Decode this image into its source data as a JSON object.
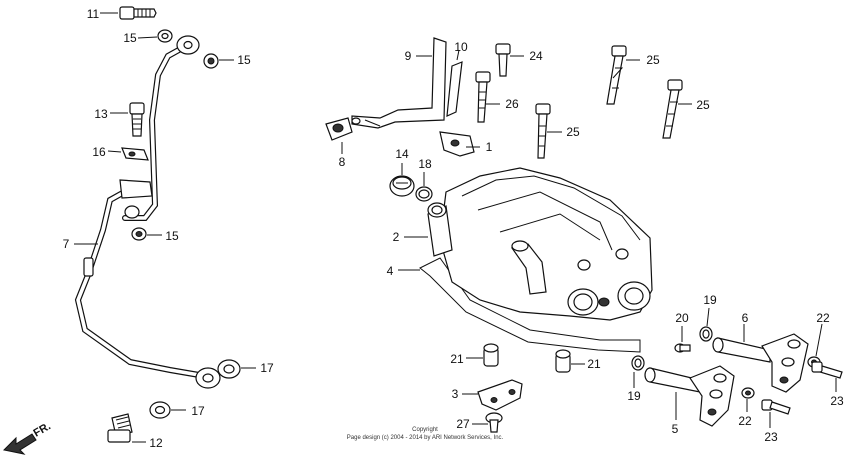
{
  "labels": {
    "l1": "1",
    "l2": "2",
    "l3": "3",
    "l4": "4",
    "l5": "5",
    "l6": "6",
    "l7": "7",
    "l8": "8",
    "l9": "9",
    "l10": "10",
    "l11": "11",
    "l12": "12",
    "l13": "13",
    "l14": "14",
    "l15a": "15",
    "l15b": "15",
    "l15c": "15",
    "l16": "16",
    "l17a": "17",
    "l17b": "17",
    "l18": "18",
    "l19a": "19",
    "l19b": "19",
    "l20": "20",
    "l21a": "21",
    "l21b": "21",
    "l22a": "22",
    "l22b": "22",
    "l23a": "23",
    "l23b": "23",
    "l24": "24",
    "l25a": "25",
    "l25b": "25",
    "l25c": "25",
    "l26": "26",
    "l27": "27"
  },
  "copyright": {
    "line1": "Copyright",
    "line2": "Page design (c) 2004 - 2014 by ARI Network Services, Inc."
  },
  "direction": "FR."
}
